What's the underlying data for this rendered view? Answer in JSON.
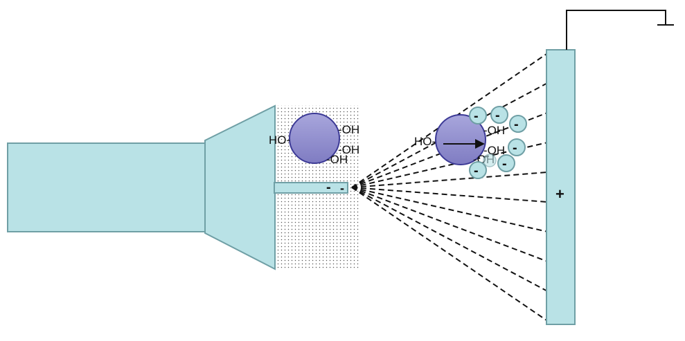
{
  "colors": {
    "apparatus_fill": "#b9e2e6",
    "apparatus_stroke": "#6f9fa5",
    "particle_fill": "#8f8ccc",
    "particle_stroke": "#3c3a96",
    "ion_fill": "#b9e2e6",
    "line": "#111111"
  },
  "labels": {
    "minus": "-",
    "plus": "+",
    "oh": "-OH",
    "ho": "HO-"
  },
  "particle_left": {
    "groups": [
      "HO-",
      "-OH",
      "-OH",
      "-OH"
    ]
  },
  "particle_right": {
    "groups": [
      "HO-",
      "-OH",
      "-OH",
      "-OH"
    ],
    "ion_count": 7
  },
  "field_lines": {
    "count": 10
  }
}
